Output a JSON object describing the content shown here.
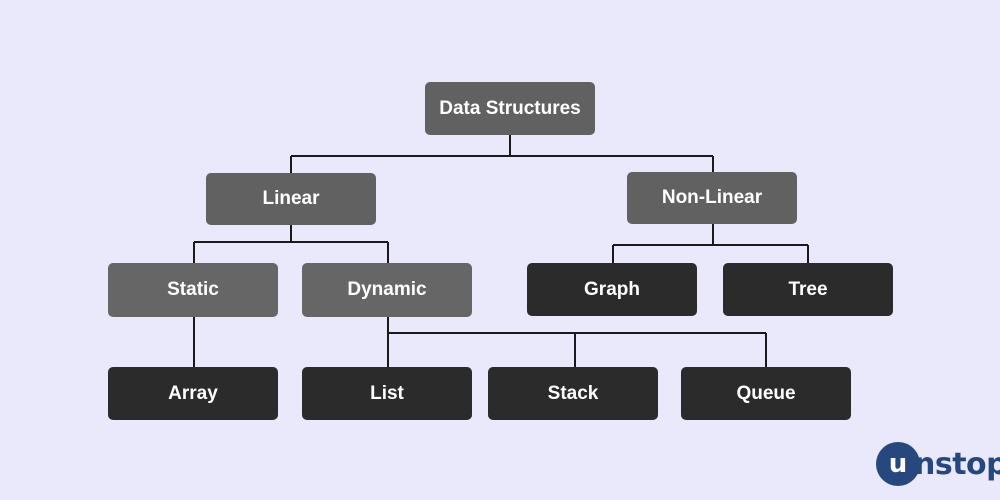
{
  "diagram": {
    "nodes": {
      "root": "Data Structures",
      "linear": "Linear",
      "non_linear": "Non-Linear",
      "static": "Static",
      "dynamic": "Dynamic",
      "graph": "Graph",
      "tree": "Tree",
      "array": "Array",
      "list": "List",
      "stack": "Stack",
      "queue": "Queue"
    },
    "edges": [
      [
        "Data Structures",
        "Linear"
      ],
      [
        "Data Structures",
        "Non-Linear"
      ],
      [
        "Linear",
        "Static"
      ],
      [
        "Linear",
        "Dynamic"
      ],
      [
        "Non-Linear",
        "Graph"
      ],
      [
        "Non-Linear",
        "Tree"
      ],
      [
        "Static",
        "Array"
      ],
      [
        "Dynamic",
        "List"
      ],
      [
        "Dynamic",
        "Stack"
      ],
      [
        "Dynamic",
        "Queue"
      ]
    ]
  },
  "brand": {
    "logo_text": "unstop",
    "color": "#27477f"
  },
  "colors": {
    "background": "#eae8fb",
    "node_gray": "#616161",
    "node_dark": "#2b2b2b",
    "connector": "#1a1a1a"
  }
}
